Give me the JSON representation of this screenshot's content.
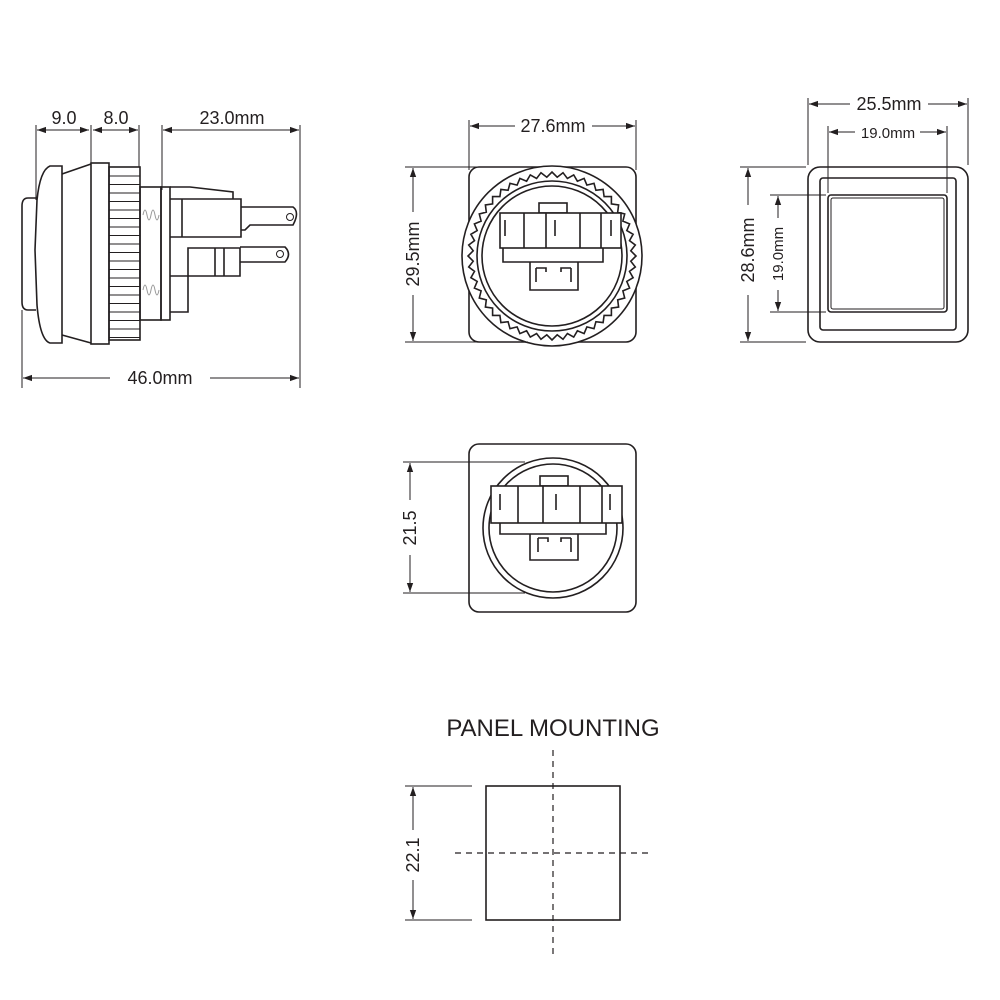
{
  "side_view": {
    "dim_cap": "9.0",
    "dim_ring": "8.0",
    "dim_terminals": "23.0mm",
    "dim_total_length": "46.0mm"
  },
  "front_view": {
    "dim_width": "27.6mm",
    "dim_height": "29.5mm"
  },
  "face_view": {
    "dim_outer_width": "25.5mm",
    "dim_button_width": "19.0mm",
    "dim_outer_height": "28.6mm",
    "dim_button_height": "19.0mm"
  },
  "rear_view": {
    "dim_height": "21.5"
  },
  "panel_mounting": {
    "title": "PANEL MOUNTING",
    "dim_cutout": "22.1"
  }
}
